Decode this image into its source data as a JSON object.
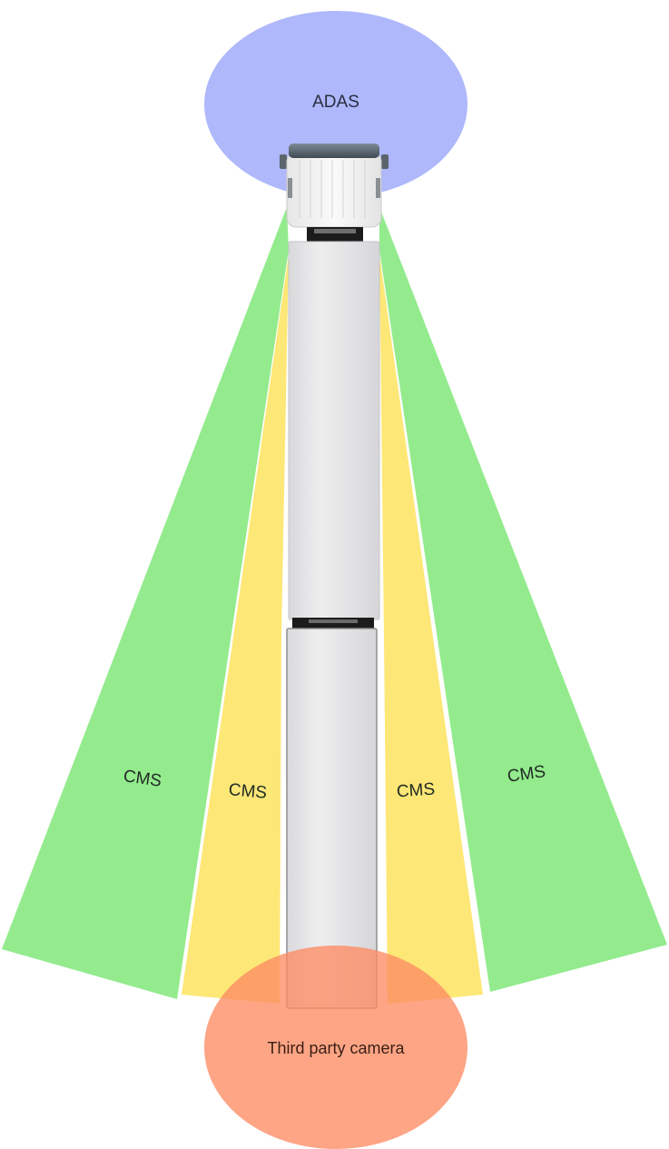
{
  "zones": {
    "adas": {
      "label": "ADAS",
      "color": "#aeb8fb"
    },
    "cms_outer_left": {
      "label": "CMS",
      "color": "#93eb8d"
    },
    "cms_inner_left": {
      "label": "CMS",
      "color": "#fde776"
    },
    "cms_inner_right": {
      "label": "CMS",
      "color": "#fde776"
    },
    "cms_outer_right": {
      "label": "CMS",
      "color": "#93eb8d"
    },
    "rear": {
      "label": "Third party camera",
      "color": "#fd8c63"
    }
  }
}
